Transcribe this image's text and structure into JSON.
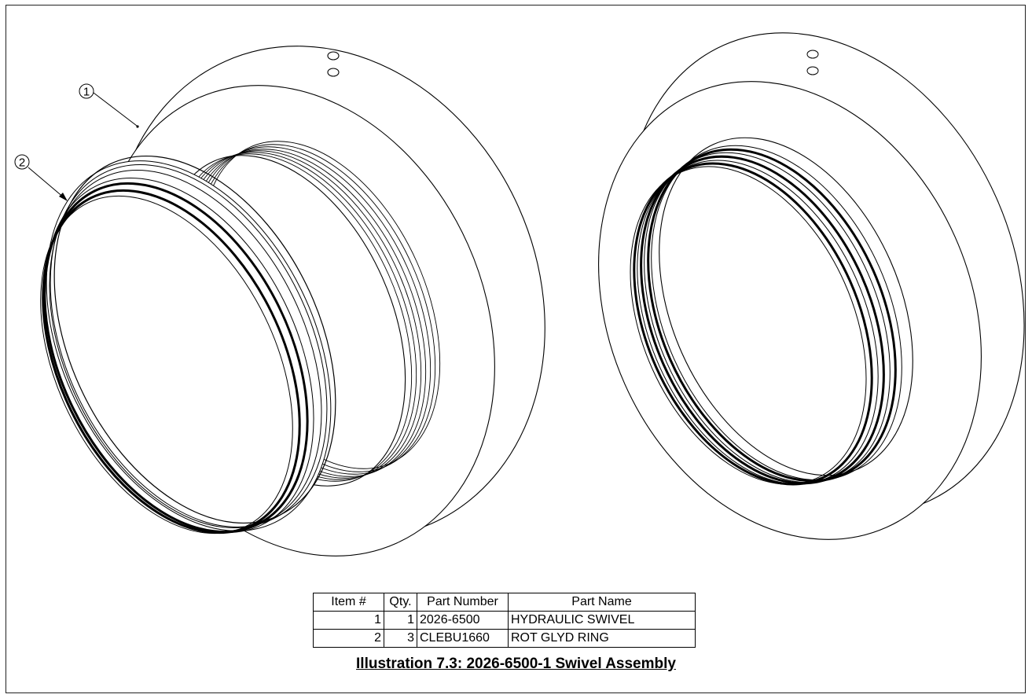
{
  "callouts": [
    {
      "label": "1",
      "target": "hydraulic-swivel"
    },
    {
      "label": "2",
      "target": "rot-glyd-ring"
    }
  ],
  "bom": {
    "headers": [
      "Item #",
      "Qty.",
      "Part Number",
      "Part Name"
    ],
    "rows": [
      {
        "item": "1",
        "qty": "1",
        "part_number": "2026-6500",
        "part_name": "HYDRAULIC SWIVEL"
      },
      {
        "item": "2",
        "qty": "3",
        "part_number": "CLEBU1660",
        "part_name": "ROT GLYD RING"
      }
    ]
  },
  "caption": "Illustration 7.3: 2026-6500-1 Swivel Assembly"
}
